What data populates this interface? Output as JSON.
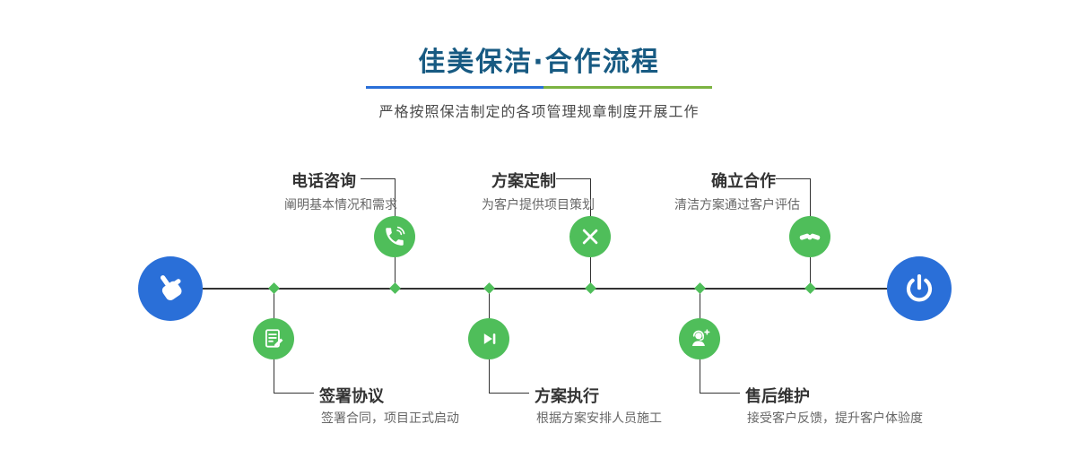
{
  "header": {
    "title": "佳美保洁·合作流程",
    "subtitle": "严格按照保洁制定的各项管理规章制度开展工作"
  },
  "colors": {
    "blue": "#2a6fd8",
    "green": "#4fbe5a",
    "divider-green": "#7cb342",
    "title": "#175a82",
    "line": "#333333",
    "label": "#333333",
    "desc": "#666666",
    "bg": "#ffffff"
  },
  "timeline": {
    "start_icon": "pointing-hand-icon",
    "end_icon": "power-icon"
  },
  "steps": {
    "top": [
      {
        "label": "电话咨询",
        "desc": "阐明基本情况和需求",
        "icon": "phone-icon"
      },
      {
        "label": "方案定制",
        "desc": "为客户提供项目策划",
        "icon": "pencil-ruler-icon"
      },
      {
        "label": "确立合作",
        "desc": "清洁方案通过客户评估",
        "icon": "handshake-icon"
      }
    ],
    "bottom": [
      {
        "label": "签署协议",
        "desc": "签署合同，项目正式启动",
        "icon": "contract-icon"
      },
      {
        "label": "方案执行",
        "desc": "根据方案安排人员施工",
        "icon": "play-next-icon"
      },
      {
        "label": "售后维护",
        "desc": "接受客户反馈，提升客户体验度",
        "icon": "customer-service-icon"
      }
    ]
  }
}
